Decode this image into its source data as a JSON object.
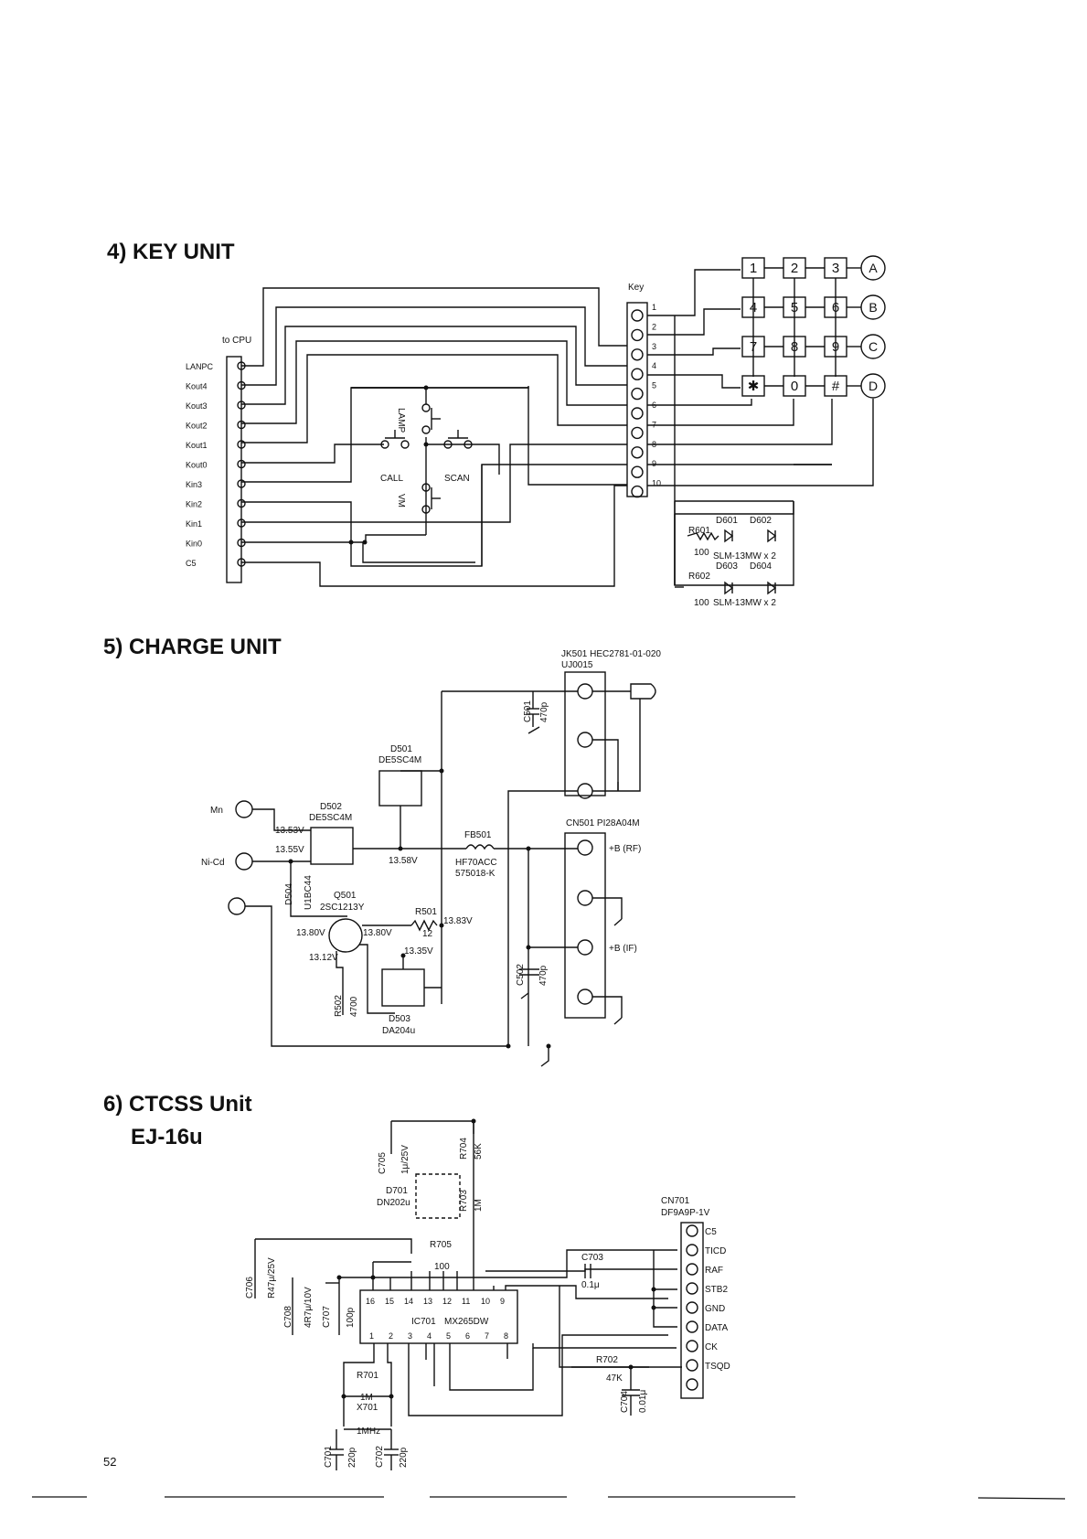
{
  "page_number": "52",
  "key_unit": {
    "title": "4) KEY UNIT",
    "to_cpu_label": "to CPU",
    "cpu_pins": [
      "LANPC",
      "Kout4",
      "Kout3",
      "Kout2",
      "Kout1",
      "Kout0",
      "Kin3",
      "Kin2",
      "Kin1",
      "Kin0",
      "C5"
    ],
    "switches": [
      "LAMP",
      "CALL",
      "SCAN",
      "VM"
    ],
    "key_connector_label": "Key",
    "key_pins": [
      "1",
      "2",
      "3",
      "4",
      "5",
      "6",
      "7",
      "8",
      "9",
      "10"
    ],
    "keypad": [
      [
        "1",
        "2",
        "3",
        "A"
      ],
      [
        "4",
        "5",
        "6",
        "B"
      ],
      [
        "7",
        "8",
        "9",
        "C"
      ],
      [
        "✱",
        "0",
        "#",
        "D"
      ]
    ],
    "leds": {
      "r601": "R601",
      "r601_value": "100",
      "d601": "D601",
      "d602": "D602",
      "part_a": "SLM-13MW x 2",
      "r602": "R602",
      "r602_value": "100",
      "d603": "D603",
      "d604": "D604",
      "part_b": "SLM-13MW x 2"
    }
  },
  "charge_unit": {
    "title": "5) CHARGE UNIT",
    "jk501": "JK501 HEC2781-01-020",
    "jk501_sub": "UJ0015",
    "c501": "C501",
    "c501_value": "470p",
    "d501": "D501",
    "d501_part": "DE5SC4M",
    "d502": "D502",
    "d502_part": "DE5SC4M",
    "mn_label": "Mn",
    "nicd_label": "Ni-Cd",
    "v_1353": "13.53V",
    "v_1355": "13.55V",
    "v_1358": "13.58V",
    "fb501": "FB501",
    "fb501_part": "HF70ACC",
    "fb501_part2": "575018-K",
    "cn501": "CN501 PI28A04M",
    "b_rf": "+B (RF)",
    "b_if": "+B (IF)",
    "d504": "D504",
    "d504_part": "U1BC44",
    "q501": "Q501",
    "q501_part": "2SC1213Y",
    "r501": "R501",
    "r501_value": "12",
    "v_1383": "13.83V",
    "v_1380a": "13.80V",
    "v_1380b": "13.80V",
    "v_1312": "13.12V",
    "v_1335": "13.35V",
    "c502": "C502",
    "c502_value": "470p",
    "r502": "R502",
    "r502_value": "4700",
    "d503": "D503",
    "d503_part": "DA204u"
  },
  "ctcss_unit": {
    "title": "6) CTCSS Unit",
    "subtitle": "EJ-16u",
    "c705": "C705",
    "c705_value": "1μ/25V",
    "r704": "R704",
    "r704_value": "56K",
    "d701": "D701",
    "d701_part": "DN202u",
    "r703": "R703",
    "r703_value": "1M",
    "cn701": "CN701",
    "cn701_part": "DF9A9P-1V",
    "cn701_pins": [
      "C5",
      "TICD",
      "RAF",
      "STB2",
      "GND",
      "DATA",
      "CK",
      "TSQD",
      ""
    ],
    "c706": "C706",
    "c706_value": "R47μ/25V",
    "r705": "R705",
    "r705_value": "100",
    "c703": "C703",
    "c703_value": "0.1μ",
    "c708": "C708",
    "c708_value": "4R7μ/10V",
    "c707": "C707",
    "c707_value": "100p",
    "ic_top_pins": [
      "16",
      "15",
      "14",
      "13",
      "12",
      "11",
      "10",
      "9"
    ],
    "ic701": "IC701",
    "ic701_part": "MX265DW",
    "ic_bottom_pins": [
      "1",
      "2",
      "3",
      "4",
      "5",
      "6",
      "7",
      "8"
    ],
    "r701": "R701",
    "r701_value": "1M",
    "x701": "X701",
    "x701_value": "1MHz",
    "r702": "R702",
    "r702_value": "47K",
    "c704": "C704",
    "c704_value": "0.01μ",
    "c701": "C701",
    "c701_value": "220p",
    "c702": "C702",
    "c702_value": "220p"
  }
}
